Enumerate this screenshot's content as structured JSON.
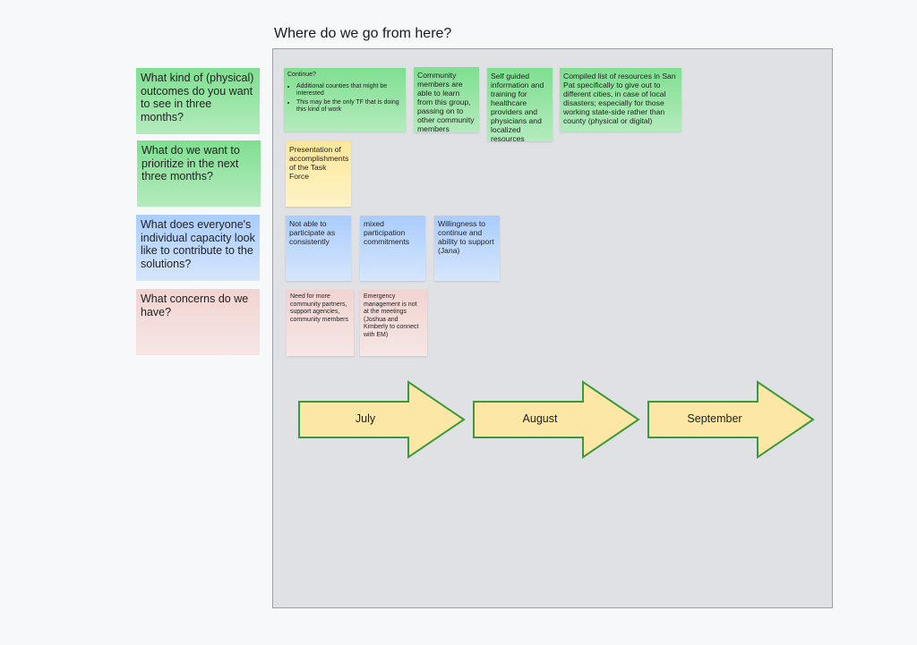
{
  "board": {
    "title": "Where do we go from here?"
  },
  "prompts": [
    {
      "text": "What kind of (physical) outcomes do you want to see in three months?",
      "color": "#86e097"
    },
    {
      "text": "What do we want to prioritize in the next three months?",
      "color": "#86e097"
    },
    {
      "text": "What does everyone's individual capacity look like to contribute to the solutions?",
      "color": "#a9cdff"
    },
    {
      "text": "What concerns do we have?",
      "color": "#f2d4d1"
    }
  ],
  "stickies": {
    "outcomes": {
      "continue_title": "Continue?",
      "continue_bullets": [
        "Additional counties that might be interested",
        "This may be the only TF that is doing this kind of work"
      ],
      "community": "Community members are able to learn from this group, passing on to other community members",
      "self_guided": "Self guided information and training for healthcare providers and physicians and localized resources",
      "compiled": "Compiled list of resources in San Pat specifically to give out to different cities, in case of local disasters; especially for those working state-side rather than county (physical or digital)"
    },
    "priorities": {
      "presentation": "Presentation of accomplishments of the Task Force"
    },
    "capacity": {
      "not_able": "Not able to participate as consistently",
      "mixed": "mixed participation commitments",
      "willingness": "Willingness to continue and ability to support (Jana)"
    },
    "concerns": {
      "need_more": "Need for more community partners, support agencies, community members",
      "emergency": "Emergency management is not at the meetings (Joshua and Kimberly to connect with EM)"
    }
  },
  "timeline": {
    "months": [
      "July",
      "August",
      "September"
    ],
    "arrow_fill": "#fde7a6",
    "arrow_stroke": "#3a9a3a"
  }
}
